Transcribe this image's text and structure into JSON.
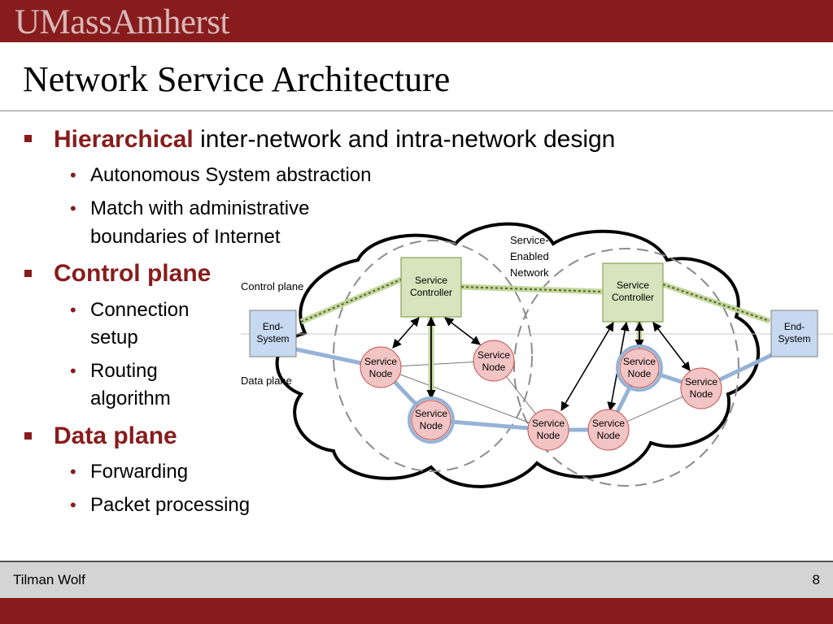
{
  "header": {
    "logo": "UMassAmherst"
  },
  "slide": {
    "title": "Network Service Architecture",
    "bullets": [
      {
        "strong": "Hierarchical",
        "text": " inter-network and intra-network design",
        "sub": [
          "Autonomous System abstraction",
          "Match with administrative",
          "boundaries of Internet"
        ]
      },
      {
        "label": "Control plane",
        "sub": [
          "Connection",
          "setup",
          "Routing",
          "algorithm"
        ]
      },
      {
        "label": "Data plane",
        "sub": [
          "Forwarding",
          "Packet processing"
        ]
      }
    ]
  },
  "diagram": {
    "labels": {
      "control_plane": "Control plane",
      "data_plane": "Data plane",
      "network": [
        "Service-",
        "Enabled",
        "Network"
      ]
    },
    "end_system": [
      "End-",
      "System"
    ],
    "controller": [
      "Service",
      "Controller"
    ],
    "node": [
      "Service",
      "Node"
    ],
    "colors": {
      "controller_fill": "#d7e4bd",
      "controller_stroke": "#77933c",
      "node_fill": "#f2c4c4",
      "end_fill": "#c6d9f1",
      "link_blue": "#95b3d7",
      "accent": "#881c1c"
    }
  },
  "footer": {
    "author": "Tilman Wolf",
    "page": "8"
  }
}
